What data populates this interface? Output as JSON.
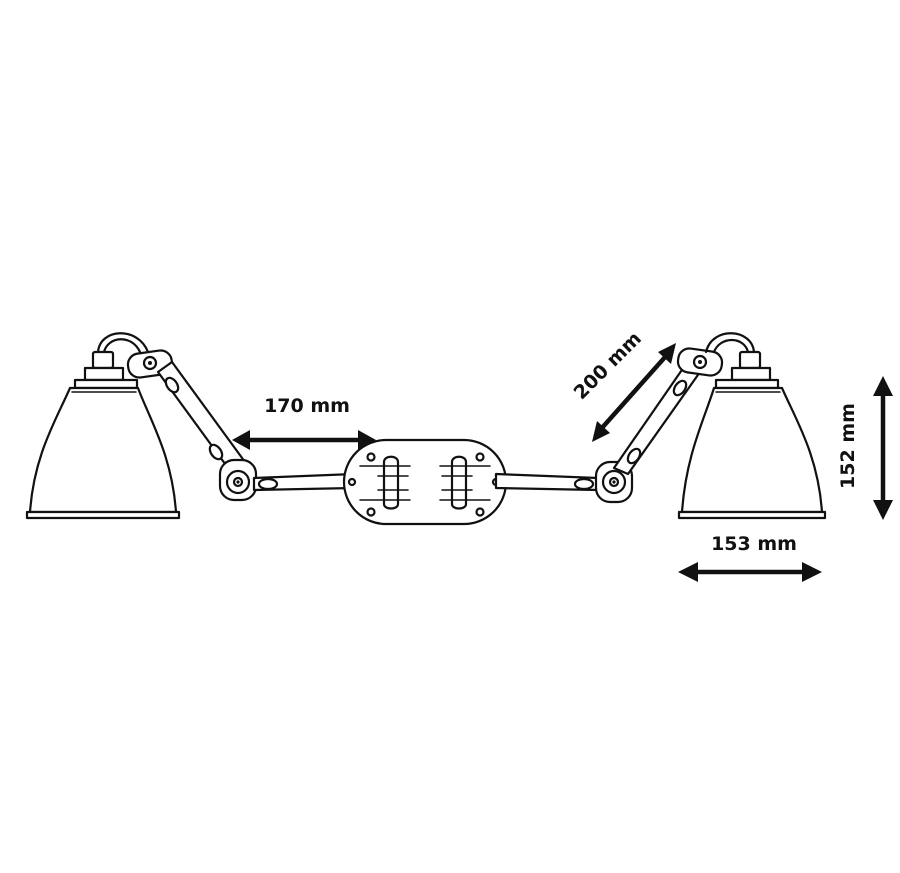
{
  "dimensions": {
    "arm_length": "170 mm",
    "arm_diagonal": "200 mm",
    "shade_height": "152 mm",
    "shade_width": "153 mm"
  }
}
